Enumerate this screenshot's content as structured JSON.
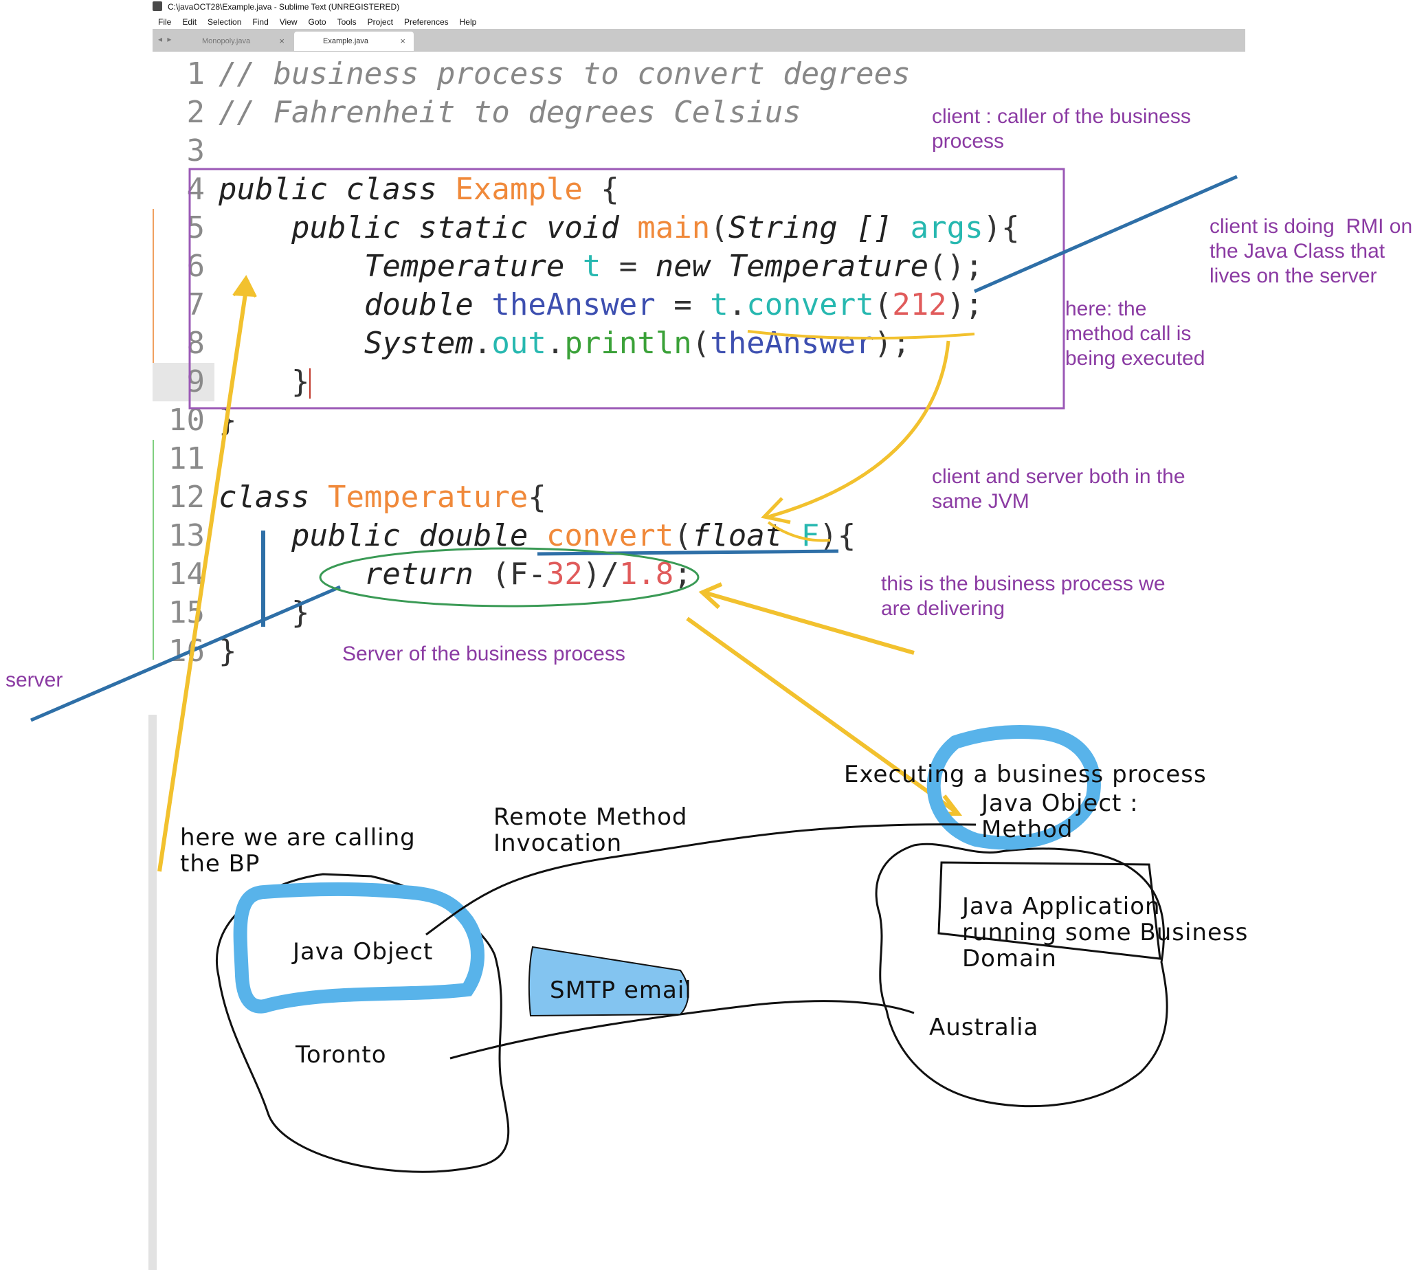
{
  "window": {
    "title": "C:\\javaOCT28\\Example.java - Sublime Text (UNREGISTERED)",
    "menu": [
      "File",
      "Edit",
      "Selection",
      "Find",
      "View",
      "Goto",
      "Tools",
      "Project",
      "Preferences",
      "Help"
    ],
    "tab_nav": "◂ ▸",
    "tabs": [
      {
        "label": "Monopoly.java",
        "active": false,
        "close": "×"
      },
      {
        "label": "Example.java",
        "active": true,
        "close": "×"
      }
    ]
  },
  "code_lines": [
    {
      "n": "1",
      "tokens": [
        {
          "t": "// business process to convert degrees",
          "c": "cm"
        }
      ]
    },
    {
      "n": "2",
      "tokens": [
        {
          "t": "// Fahrenheit to degrees Celsius",
          "c": "cm"
        }
      ]
    },
    {
      "n": "3",
      "tokens": []
    },
    {
      "n": "4",
      "tokens": [
        {
          "t": "public class ",
          "c": "kw"
        },
        {
          "t": "Example",
          "c": "cls"
        },
        {
          "t": " {",
          "c": ""
        }
      ]
    },
    {
      "n": "5",
      "tokens": [
        {
          "t": "    public static void ",
          "c": "kw"
        },
        {
          "t": "main",
          "c": "cls"
        },
        {
          "t": "(",
          "c": ""
        },
        {
          "t": "String",
          "c": "typ"
        },
        {
          "t": " [] ",
          "c": "kw"
        },
        {
          "t": "args",
          "c": "prm"
        },
        {
          "t": "){",
          "c": ""
        }
      ]
    },
    {
      "n": "6",
      "tokens": [
        {
          "t": "        Temperature",
          "c": "typ"
        },
        {
          "t": " t",
          "c": "prm"
        },
        {
          "t": " = ",
          "c": ""
        },
        {
          "t": "new ",
          "c": "kw"
        },
        {
          "t": "Temperature",
          "c": "typ"
        },
        {
          "t": "();",
          "c": ""
        }
      ]
    },
    {
      "n": "7",
      "tokens": [
        {
          "t": "        double ",
          "c": "kw"
        },
        {
          "t": "theAnswer",
          "c": "var"
        },
        {
          "t": " = ",
          "c": ""
        },
        {
          "t": "t",
          "c": "prm"
        },
        {
          "t": ".",
          "c": ""
        },
        {
          "t": "convert",
          "c": "prm"
        },
        {
          "t": "(",
          "c": ""
        },
        {
          "t": "212",
          "c": "num"
        },
        {
          "t": ");",
          "c": ""
        }
      ]
    },
    {
      "n": "8",
      "tokens": [
        {
          "t": "        System",
          "c": "typ"
        },
        {
          "t": ".",
          "c": ""
        },
        {
          "t": "out",
          "c": "prm"
        },
        {
          "t": ".",
          "c": ""
        },
        {
          "t": "println",
          "c": "fn"
        },
        {
          "t": "(",
          "c": ""
        },
        {
          "t": "theAnswer",
          "c": "var"
        },
        {
          "t": ");",
          "c": ""
        }
      ]
    },
    {
      "n": "9",
      "tokens": [
        {
          "t": "    }",
          "c": ""
        }
      ],
      "caret": true
    },
    {
      "n": "10",
      "tokens": [
        {
          "t": "}",
          "c": ""
        }
      ]
    },
    {
      "n": "11",
      "tokens": []
    },
    {
      "n": "12",
      "tokens": [
        {
          "t": "class ",
          "c": "kw"
        },
        {
          "t": "Temperature",
          "c": "cls"
        },
        {
          "t": "{",
          "c": ""
        }
      ]
    },
    {
      "n": "13",
      "tokens": [
        {
          "t": "    public double ",
          "c": "kw"
        },
        {
          "t": "convert",
          "c": "cls"
        },
        {
          "t": "(",
          "c": ""
        },
        {
          "t": "float ",
          "c": "kw"
        },
        {
          "t": "F",
          "c": "prm"
        },
        {
          "t": "){",
          "c": ""
        }
      ]
    },
    {
      "n": "14",
      "tokens": [
        {
          "t": "        return ",
          "c": "kw"
        },
        {
          "t": "(F-",
          "c": ""
        },
        {
          "t": "32",
          "c": "num"
        },
        {
          "t": ")/",
          "c": ""
        },
        {
          "t": "1.8",
          "c": "num"
        },
        {
          "t": ";",
          "c": ""
        }
      ]
    },
    {
      "n": "15",
      "tokens": [
        {
          "t": "    }",
          "c": ""
        }
      ]
    },
    {
      "n": "16",
      "tokens": [
        {
          "t": "}",
          "c": ""
        }
      ]
    }
  ],
  "notes": {
    "client_caller": "client : caller of the business\nprocess",
    "client_rmi": "client is doing  RMI on\nthe Java Class that\nlives on the server",
    "method_call": "here: the\nmethod call is\nbeing executed",
    "same_jvm": "client and server both in the\nsame JVM",
    "business_process": "this is the business process we\nare delivering",
    "server_of_bp": "Server of the business process",
    "server": "server"
  },
  "sketch": {
    "calling_bp": "here we are calling\nthe BP",
    "rmi": "Remote Method\nInvocation",
    "executing": "Executing a business process",
    "java_object_method": "Java Object :\nMethod",
    "java_object": "Java Object",
    "smtp": "SMTP email",
    "toronto": "Toronto",
    "java_app": "Java Application\nrunning some Business\nDomain",
    "australia": "Australia"
  },
  "colors": {
    "ink_yellow": "#f2c12e",
    "ink_blue": "#2e6fa7",
    "highlight_blue": "#58b3ea",
    "purple": "#8b3ba3",
    "green_ellipse": "#3a9a55",
    "box_purple": "#9b59b6"
  }
}
